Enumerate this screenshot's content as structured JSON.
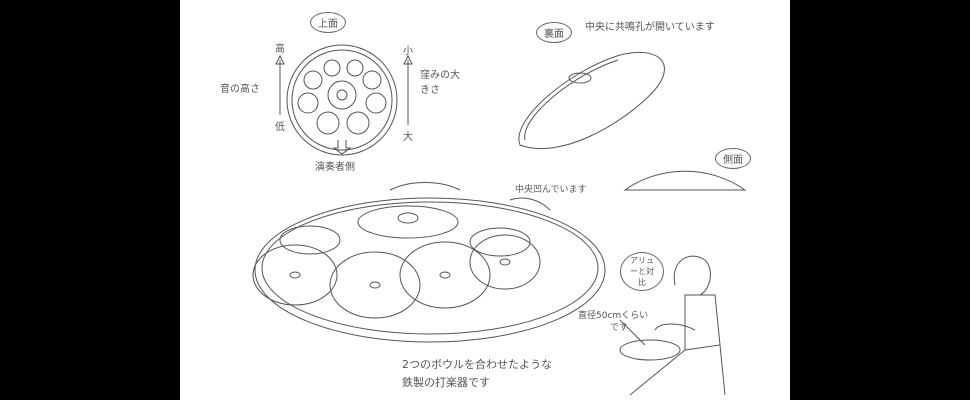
{
  "labels": {
    "top_view": "上面",
    "pitch_high": "高",
    "pitch_low": "低",
    "pitch_label": "音の高さ",
    "dent_small": "小",
    "dent_large": "大",
    "dent_label": "窪みの大きさ",
    "player_side": "演奏者側",
    "back_view": "裏面",
    "back_note": "中央に共鳴孔が開いています",
    "side_view": "側面",
    "center_note": "中央凹んでいます",
    "aryu_compare": "アリューと対比",
    "diameter_note": "直径50cmくらい",
    "diameter_note2": "です",
    "description_line1": "2つのボウルを合わせたような",
    "description_line2": "鉄製の打楽器です"
  }
}
